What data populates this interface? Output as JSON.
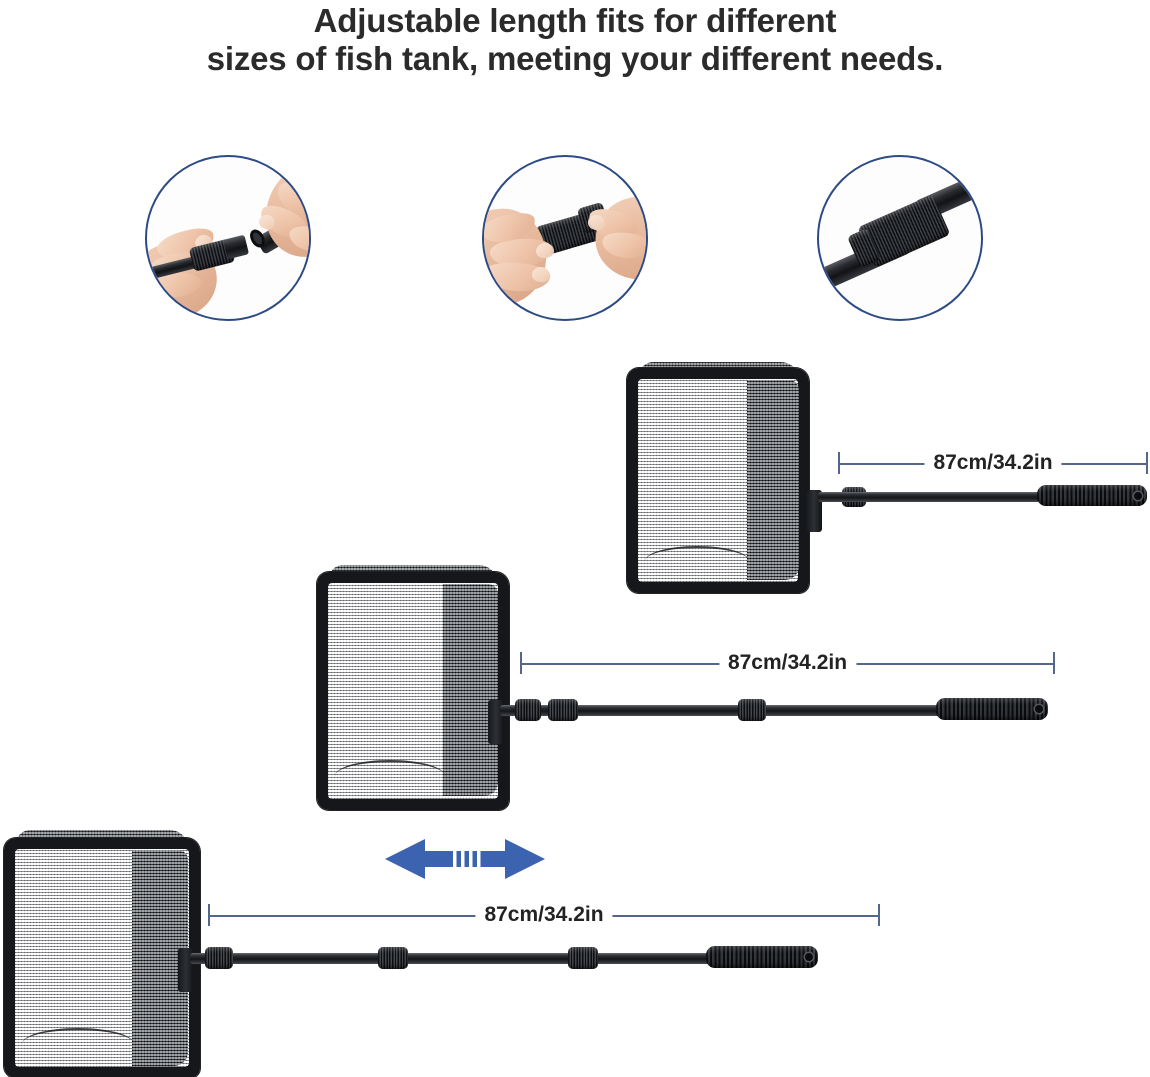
{
  "headline": {
    "line1": "Adjustable length fits for different",
    "line2": "sizes of fish tank, meeting your different needs."
  },
  "colors": {
    "headline_text": "#2b2b2b",
    "circle_border": "#2c4a85",
    "dimension_line": "#54668c",
    "dimension_text": "#232323",
    "arrow_blue": "#3c63af",
    "net_rim_black": "#16171a",
    "net_mesh_gray": "#d2d4d6",
    "pole_black": "#141518",
    "background": "#ffffff"
  },
  "steps": [
    {
      "id": "step-1",
      "alt": "Two hands holding two separated pole sections before connecting",
      "icon": "hands-separating-pole-sections"
    },
    {
      "id": "step-2",
      "alt": "Two hands twisting the threaded collar to join the pole sections",
      "icon": "hands-tightening-collar"
    },
    {
      "id": "step-3",
      "alt": "Close-up of the assembled ribbed locking collar on the pole",
      "icon": "assembled-collar-closeup"
    }
  ],
  "assemblies": [
    {
      "id": "net-short",
      "name": "Short configuration",
      "dimension": "87cm/34.2in",
      "joint_count": 1
    },
    {
      "id": "net-medium",
      "name": "Medium configuration",
      "dimension": "87cm/34.2in",
      "joint_count": 3
    },
    {
      "id": "net-long",
      "name": "Long configuration",
      "dimension": "87cm/34.2in",
      "joint_count": 3
    }
  ],
  "arrow": {
    "name": "extend-retract-arrow",
    "direction": "bidirectional-horizontal",
    "color": "#3c63af"
  }
}
